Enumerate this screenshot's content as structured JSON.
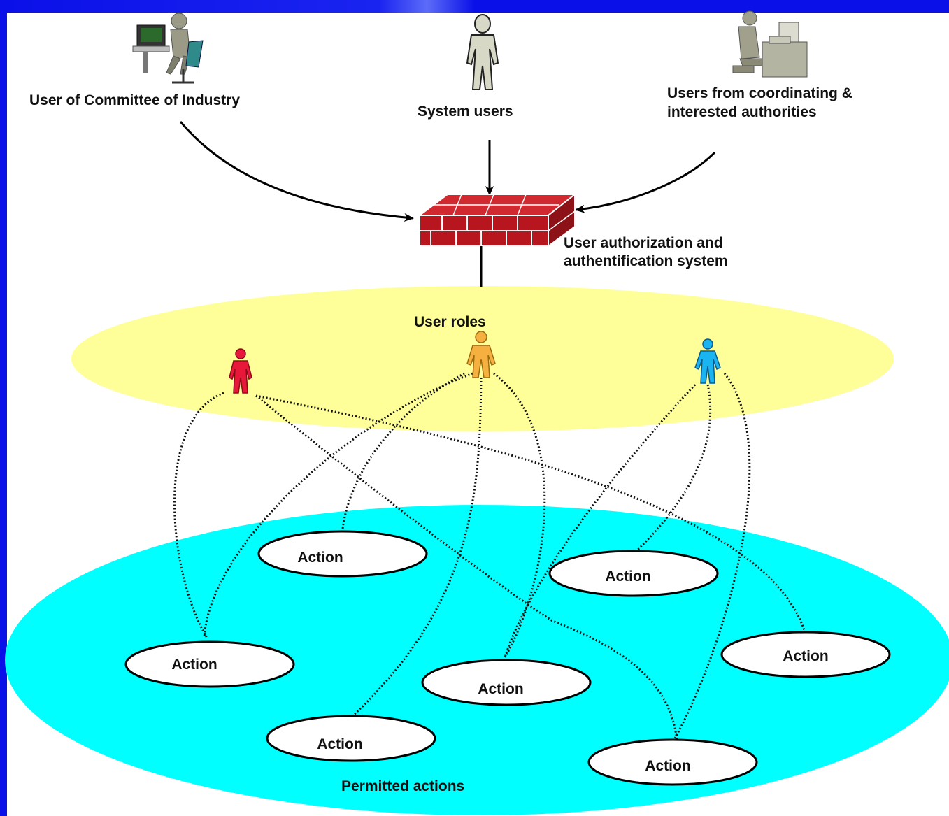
{
  "actors": {
    "committee": "User of Committee of Industry",
    "system": "System users",
    "coordinating_line1": "Users from coordinating &",
    "coordinating_line2": "interested authorities"
  },
  "firewall_label_line1": "User authorization and",
  "firewall_label_line2": "authentification system",
  "roles_label": "User roles",
  "actions_area_label": "Permitted actions",
  "action_label": "Action",
  "colors": {
    "frame": "#0a10e8",
    "roles_ellipse": "#ffff99",
    "actions_ellipse": "#00ffff",
    "role_red": "#e8183a",
    "role_orange": "#f6b040",
    "role_blue": "#1ab4f0",
    "firewall": "#b8161e"
  }
}
